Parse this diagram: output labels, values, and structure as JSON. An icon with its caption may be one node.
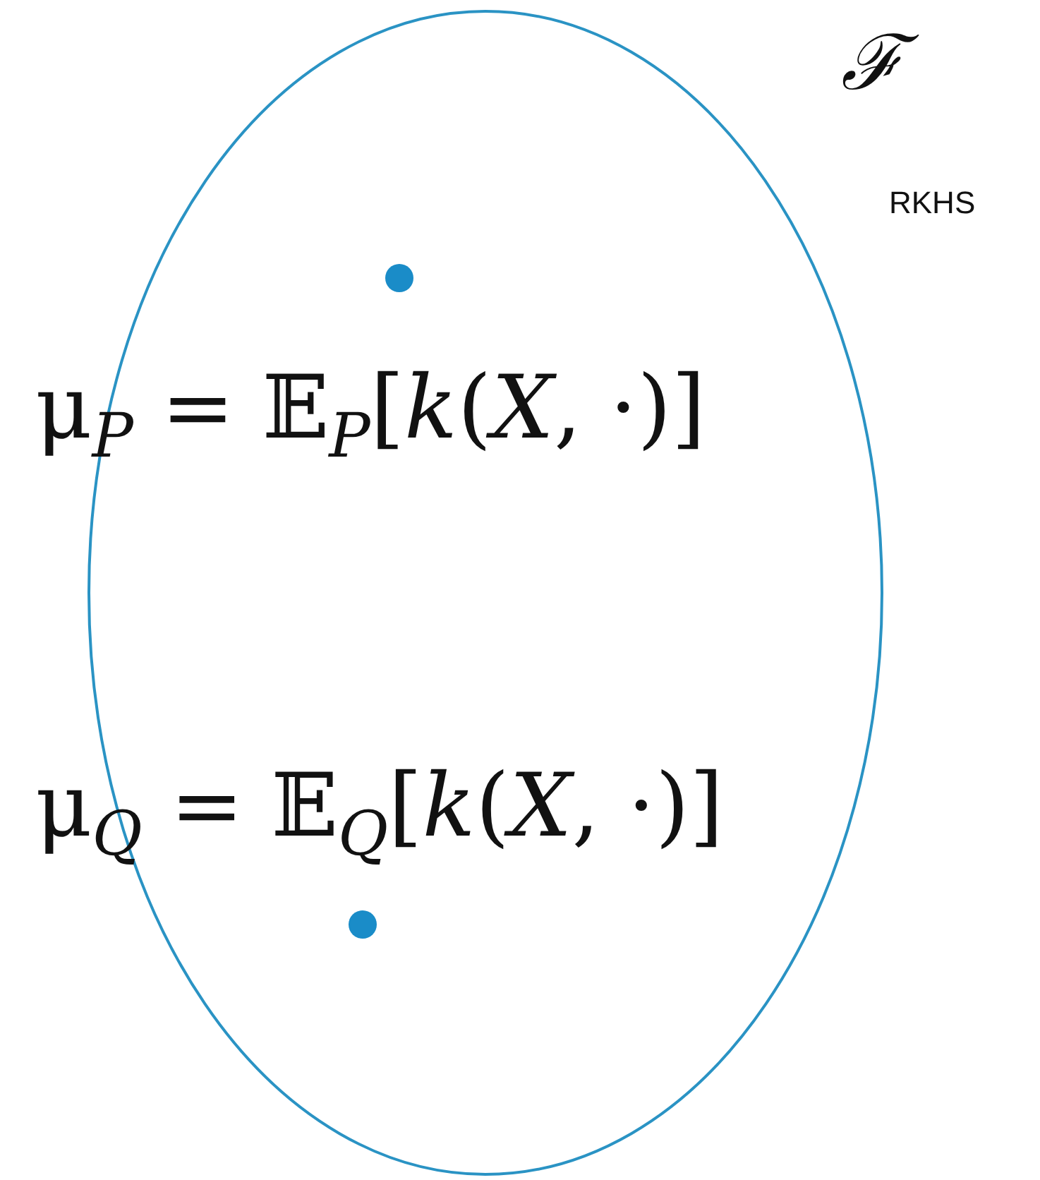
{
  "diagram": {
    "labels": [
      "ℱ",
      "RKHS",
      "μ$_{P}$ = 𝔼$_{P}$[*k*(*X*, ·)]",
      "μ$_{Q}$ = 𝔼$_{Q}$[*k*(*X*, ·)]"
    ]
  }
}
